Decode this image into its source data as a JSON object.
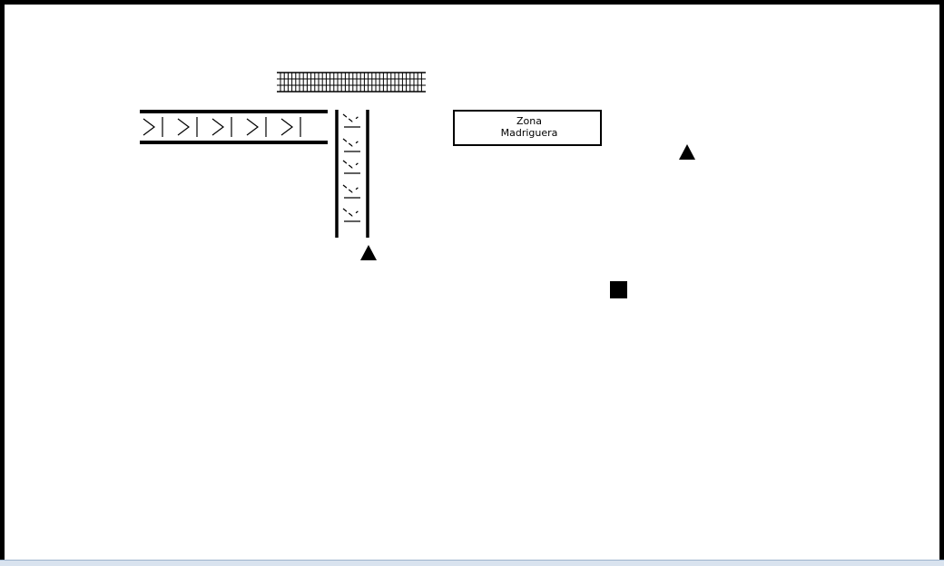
{
  "diagram": {
    "zone_label": {
      "line1": "Zona",
      "line2": "Madriguera"
    },
    "markers": [
      {
        "shape": "triangle",
        "name": "triangle-marker-upper"
      },
      {
        "shape": "triangle",
        "name": "triangle-marker-lower"
      },
      {
        "shape": "square",
        "name": "square-marker"
      }
    ],
    "colors": {
      "ink": "#000000",
      "background": "#ffffff",
      "bottom_strip": "#d9e3ef"
    }
  }
}
